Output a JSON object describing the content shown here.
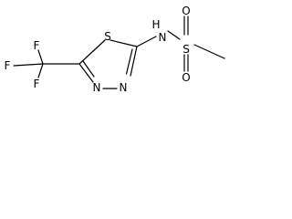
{
  "molecule": {
    "atoms": {
      "F_top": "F",
      "F_left": "F",
      "F_bottom": "F",
      "S_ring": "S",
      "N_ring_left": "N",
      "N_ring_right": "N",
      "N_amide": "N",
      "H_amide": "H",
      "S_sulfonyl": "S",
      "O_top": "O",
      "O_bottom": "O"
    }
  }
}
